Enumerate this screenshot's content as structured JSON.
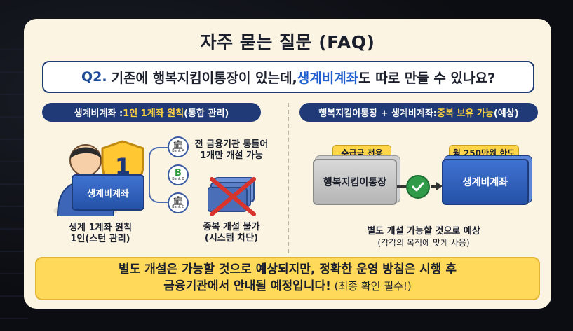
{
  "title": "자주 묻는 질문 (FAQ)",
  "question": {
    "number": "Q2.",
    "text_before": "기존에 행복지킴이통장이 있는데, ",
    "highlight": "생계비계좌",
    "text_after": "도 따로 만들 수 있나요?"
  },
  "left": {
    "pill_prefix": "생계비계좌 : ",
    "pill_highlight": "1인 1계좌 원칙",
    "pill_suffix": " (통합 관리)",
    "shield_number": "1",
    "card_label": "생계비계좌",
    "banks": [
      {
        "name": "Bank A",
        "glyph": "🏛"
      },
      {
        "name": "Bank B",
        "glyph": "B"
      },
      {
        "name": "Bank C",
        "glyph": "🏛"
      }
    ],
    "all_transfer_line1": "전 금융기관 통틀어",
    "all_transfer_line2": "1개만 개설 가능",
    "dup_line1": "중복 개설 불가",
    "dup_line2": "(시스템 차단)",
    "principle_line1": "생계 1계좌 원칙",
    "principle_line2": "1인(스턴 관리)"
  },
  "right": {
    "pill_prefix": "행복지킴이통장 + 생계비계좌: ",
    "pill_highlight": "중복 보유 가능",
    "pill_suffix": " (예상)",
    "tag_left": "수급금 전용",
    "tag_right": "월 250만원 한도",
    "account_left": "행복지킴이통장",
    "account_right": "생계비계좌",
    "expect_line1": "별도 개설 가능할 것으로 예상",
    "expect_line2": "(각각의 목적에 맞게 사용)"
  },
  "note": {
    "line1": "별도 개설은 가능할 것으로 예상되지만, 정확한 운영 방침은 시행 후",
    "line2_main": "금융기관에서 안내될 예정입니다!",
    "line2_small": " (최종 확인 필수!)"
  },
  "colors": {
    "navy": "#1f3a76",
    "accent_blue": "#1f5fd0",
    "yellow": "#ffd95a",
    "green": "#2f9a48",
    "card_bg": "#fbf4e3"
  }
}
